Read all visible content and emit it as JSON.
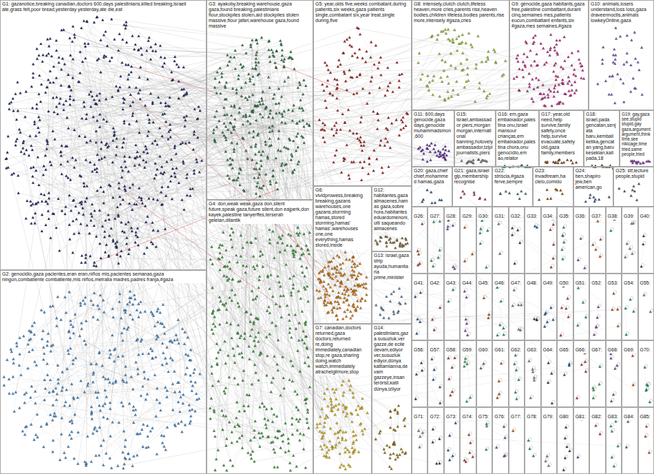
{
  "diagram": {
    "nodes": [
      {
        "text": [
          "G1: gazanotice,breaking canadian,doctors 600,days palestinians,killed breaking,israeli ate,grass felt,poor bread,yesterday yesterday,ate die,eat"
        ]
      },
      {
        "text": [
          "G2: genocidio,gaza pacientes,eran eran,niños mis,pacientes semanas,gaza ningún,combatiente combatiente,mis niños,metralla madres,padres franja,#gaza"
        ]
      },
      {
        "text": [
          "G3: ayakoby,breaking warehouse,gaza gaza,found breaking,palestinians flour,stockpiles stolen,aid stockpiles stolen massive,flour jafari,warehouse gaza,found massive"
        ]
      },
      {
        "text": [
          "G4: don,weak weak,gaza don,silent future,speak gaza,future silent,don eajperk,don kayek,palestine tanyerffes,terserah gelelan,dilantik"
        ]
      },
      {
        "text": [
          "G5: year,olds five,weeks combatant,during patients,six weeks,gaza patients single,combatant six,year treat,single during,five"
        ]
      },
      {
        "text": [
          "G6: vividprowess,breaking breaking,gazans warehouses,one gazans,storming hamas,stored storming,hamas' hamas',warehouses one,one everything,hamas stored,inside"
        ]
      },
      {
        "text": [
          "G7: canadian,doctors returned,gaza doctors,returned re,doing immediately,canadian stop,re gaza,sharing doing,watch watch,immediately atrachelgilmore,stop"
        ]
      },
      {
        "text": [
          "G8: intensely,clutch clutch,lifeless heaven,more cries,parents rise,heaven bodies,children lifeless,bodies parents,rise more,intensely #gaza,cries"
        ]
      },
      {
        "text": [
          "G9: génocide,gaza habitants,gaza free,palestine combattant,durant cinq,semaines mes,patients eucun,combattant enfants,six #gaza,mes semaines,#gaza"
        ]
      },
      {
        "text": [
          "G10: animals,losers understand,loss loss,gaza draveennoctis,animals lowkeyOnline,gaza"
        ]
      },
      {
        "text": [
          "G11: 600,days genocide,gaza days,genocide muhammadsmon,600"
        ]
      },
      {
        "text": [
          "G12: habitantes,gaza almacenes,hamas gaza,sobre hora,habitantes eduardomenoni,últi saqueando almacenes"
        ]
      },
      {
        "text": [
          "G13: israel,gaza strip ayuda,humanitaria prime,minister"
        ]
      },
      {
        "text": [
          "G14: palestinians,gaza susuzluk,ver gazze,de ecile devam,ediyor ver,susuzluk ediyor,dünya katliamlanna,devam gazzeye,insan terörist,katil dünya,izliyor"
        ]
      },
      {
        "text": [
          "G15: israel,ambassador piers,morgan morgan,international banning,hotovely ambassador,tzipi journalists,piers"
        ]
      },
      {
        "text": [
          "G16: em,gaza embaixador,palestina onu,israel mansour crianças,em embaixador,palestina chora,onu genocídio,em ao,relator"
        ]
      },
      {
        "text": [
          "G17: year,old need,help survive,family safety,once help,survive evacuate,safety old,gaza family,members"
        ]
      },
      {
        "text": [
          "G18: israel,pada gencatan,senjata baru,kembali ketika,gencatan yang,baru kesekian,kali pada,18"
        ]
      },
      {
        "text": [
          "G19: gay,gaza see,stupid stupid,gay gaza,argument argument,think time,see nikicage,time tried,same people,tried"
        ]
      },
      {
        "text": [
          "G20: gaza,chief chief,mohammed hamas,gaza"
        ]
      },
      {
        "text": [
          "G21: gaza,israel glp,membership recognise"
        ]
      },
      {
        "text": [
          "G22: striscia,#gaza ferve,sempre"
        ]
      },
      {
        "text": [
          "G23: invadtream,ha cielo,comido"
        ]
      },
      {
        "text": [
          "G24: ben,shapiro jew,ben american,go"
        ]
      },
      {
        "text": [
          "G25: stf,lecture people,stupid"
        ]
      },
      {
        "text": [
          "G26:"
        ]
      },
      {
        "text": [
          "G27:"
        ]
      },
      {
        "text": [
          "G28:"
        ]
      },
      {
        "text": [
          "G29:"
        ]
      },
      {
        "text": [
          "G30:"
        ]
      },
      {
        "text": [
          "G31:"
        ]
      },
      {
        "text": [
          "G32:"
        ]
      },
      {
        "text": [
          "G33:"
        ]
      },
      {
        "text": [
          "G34:"
        ]
      },
      {
        "text": [
          "G35:"
        ]
      },
      {
        "text": [
          "G36:"
        ]
      },
      {
        "text": [
          "G37:"
        ]
      },
      {
        "text": [
          "G38:"
        ]
      },
      {
        "text": [
          "G39:"
        ]
      },
      {
        "text": [
          "G40:"
        ]
      },
      {
        "text": [
          "G41:"
        ]
      },
      {
        "text": [
          "G42:"
        ]
      },
      {
        "text": [
          "G43:"
        ]
      },
      {
        "text": [
          "G44:"
        ]
      },
      {
        "text": [
          "G45:"
        ]
      },
      {
        "text": [
          "G46:"
        ]
      },
      {
        "text": [
          "G47:"
        ]
      },
      {
        "text": [
          "G48:"
        ]
      },
      {
        "text": [
          "G49:"
        ]
      },
      {
        "text": [
          "G50:"
        ]
      },
      {
        "text": [
          "G51:"
        ]
      },
      {
        "text": [
          "G52:"
        ]
      },
      {
        "text": [
          "G53:"
        ]
      },
      {
        "text": [
          "G54:"
        ]
      },
      {
        "text": [
          "G55:"
        ]
      },
      {
        "text": [
          "G56:"
        ]
      },
      {
        "text": [
          "G57:"
        ]
      },
      {
        "text": [
          "G58:"
        ]
      },
      {
        "text": [
          "G59:"
        ]
      },
      {
        "text": [
          "G60:"
        ]
      },
      {
        "text": [
          "G61:"
        ]
      },
      {
        "text": [
          "G62:"
        ]
      },
      {
        "text": [
          "G63:"
        ]
      },
      {
        "text": [
          "G64:"
        ]
      },
      {
        "text": [
          "G65:"
        ]
      },
      {
        "text": [
          "G66:"
        ]
      },
      {
        "text": [
          "G67:"
        ]
      },
      {
        "text": [
          "G68:"
        ]
      },
      {
        "text": [
          "G69:"
        ]
      },
      {
        "text": [
          "G70:"
        ]
      },
      {
        "text": [
          "G71:"
        ]
      },
      {
        "text": [
          "G72:"
        ]
      },
      {
        "text": [
          "G73:"
        ]
      },
      {
        "text": [
          "G74:"
        ]
      },
      {
        "text": [
          "G75:"
        ]
      },
      {
        "text": [
          "G76:"
        ]
      },
      {
        "text": [
          "G77:"
        ]
      },
      {
        "text": [
          "G78:"
        ]
      },
      {
        "text": [
          "G79:"
        ]
      },
      {
        "text": [
          "G80:"
        ]
      },
      {
        "text": [
          "G81:"
        ]
      },
      {
        "text": [
          "G82:"
        ]
      },
      {
        "text": [
          "G83:"
        ]
      },
      {
        "text": [
          "G84:"
        ]
      },
      {
        "text": [
          "G85:"
        ]
      }
    ]
  }
}
